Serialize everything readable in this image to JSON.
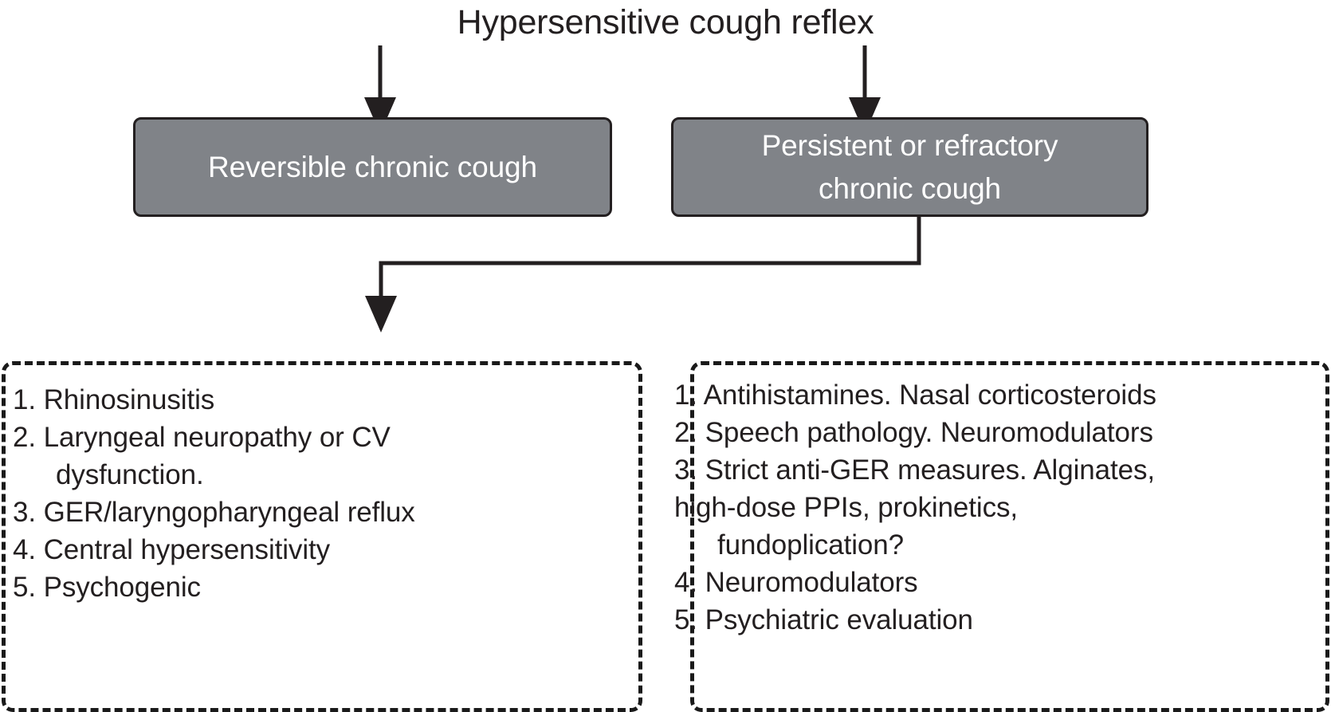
{
  "diagram": {
    "title": "Hypersensitive cough reflex",
    "colors": {
      "box_fill": "#808388",
      "box_border": "#231f20",
      "box_text": "#ffffff",
      "body_text": "#231f20",
      "background": "#ffffff",
      "dashed_border": "#1a1a1a"
    },
    "nodes": {
      "reversible": {
        "label": "Reversible chronic cough"
      },
      "persistent": {
        "label": "Persistent or refractory\nchronic cough"
      }
    },
    "left_list": {
      "items": [
        "1. Rhinosinusitis",
        "2. Laryngeal neuropathy or CV\ndysfunction.",
        "3. GER/laryngopharyngeal reflux",
        "4. Central hypersensitivity",
        "5. Psychogenic"
      ]
    },
    "right_list": {
      "items": [
        "1. Antihistamines. Nasal corticosteroids",
        "2. Speech pathology. Neuromodulators",
        "3. Strict anti-GER measures. Alginates,",
        "high-dose PPIs, prokinetics,",
        "fundoplication?",
        "4. Neuromodulators",
        "5. Psychiatric evaluation"
      ]
    },
    "connectors": [
      "title-to-reversible-arrow",
      "title-to-persistent-arrow",
      "persistent-to-left-list-elbow-arrow"
    ]
  },
  "chart_data": {
    "type": "table",
    "title": "Hypersensitive cough reflex",
    "categories": [
      "Reversible chronic cough",
      "Persistent or refractory chronic cough"
    ],
    "series": [
      {
        "name": "Reversible chronic cough",
        "values": [
          "1. Rhinosinusitis",
          "2. Laryngeal neuropathy or CV dysfunction.",
          "3. GER/laryngopharyngeal reflux",
          "4. Central hypersensitivity",
          "5. Psychogenic"
        ]
      },
      {
        "name": "Persistent or refractory chronic cough",
        "values": [
          "1. Antihistamines. Nasal corticosteroids",
          "2. Speech pathology. Neuromodulators",
          "3. Strict anti-GER measures. Alginates, high-dose PPIs, prokinetics, fundoplication?",
          "4. Neuromodulators",
          "5. Psychiatric evaluation"
        ]
      }
    ],
    "xlabel": "",
    "ylabel": "",
    "legend": "none",
    "grid": false
  }
}
